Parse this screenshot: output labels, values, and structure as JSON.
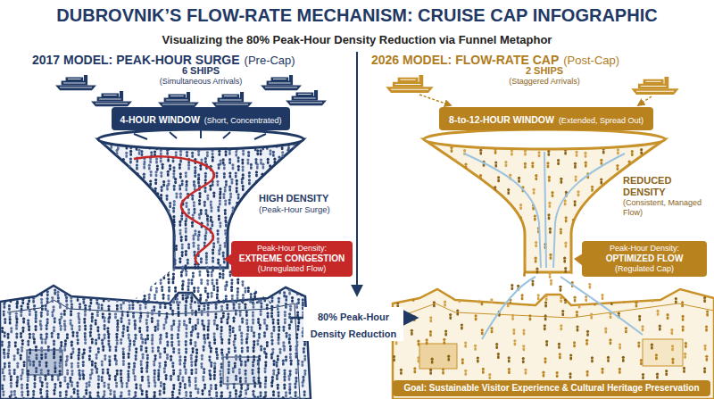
{
  "diagram": {
    "title": "DUBROVNIK’S FLOW-RATE MECHANISM: CRUISE CAP INFOGRAPHIC",
    "nodes": [
      {
        "text": [
          "4-HOUR WINDOW",
          "(Short, Concentrated)"
        ]
      },
      {
        "text": [
          "Peak-Hour Density:",
          "EXTREME CONGESTION",
          "(Unregulated Flow)"
        ]
      },
      {
        "text": [
          "8-to-12-HOUR WINDOW",
          "(Extended, Spread Out)"
        ]
      },
      {
        "text": [
          "Peak-Hour Density:",
          "OPTIMIZED FLOW",
          "(Regulated Cap)"
        ]
      },
      {
        "text": [
          "Goal: Sustainable Visitor Experience & Cultural Heritage Preservation"
        ]
      }
    ],
    "labels": [
      "Visualizing the 80% Peak-Hour Density Reduction via Funnel Metaphor",
      "2017 MODEL: PEAK-HOUR SURGE",
      "(Pre-Cap)",
      "6 SHIPS",
      "(Simultaneous Arrivals)",
      "HIGH DENSITY",
      "(Peak-Hour Surge)",
      "80% Peak-Hour Density Reduction",
      "2026 MODEL: FLOW-RATE CAP",
      "(Post-Cap)",
      "2 SHIPS",
      "(Staggered Arrivals)",
      "REDUCED DENSITY",
      "(Consistent, Managed Flow)"
    ]
  }
}
